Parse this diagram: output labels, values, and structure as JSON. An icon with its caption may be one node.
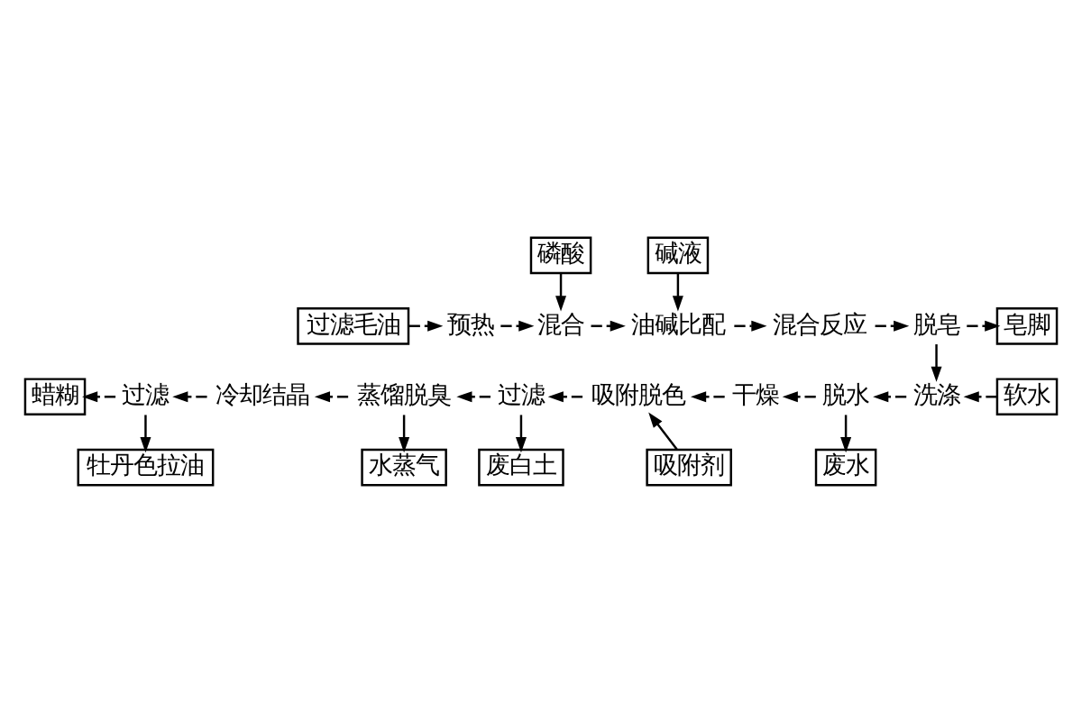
{
  "diagram": {
    "nodes": [
      {
        "text": [
          "磷酸"
        ]
      },
      {
        "text": [
          "碱液"
        ]
      },
      {
        "text": [
          "过滤毛油"
        ]
      },
      {
        "text": [
          "预热"
        ]
      },
      {
        "text": [
          "混合"
        ]
      },
      {
        "text": [
          "油碱比配"
        ]
      },
      {
        "text": [
          "混合反应"
        ]
      },
      {
        "text": [
          "脱皂"
        ]
      },
      {
        "text": [
          "皂脚"
        ]
      },
      {
        "text": [
          "蜡糊"
        ]
      },
      {
        "text": [
          "过滤"
        ]
      },
      {
        "text": [
          "冷却结晶"
        ]
      },
      {
        "text": [
          "蒸馏脱臭"
        ]
      },
      {
        "text": [
          "过滤"
        ]
      },
      {
        "text": [
          "吸附脱色"
        ]
      },
      {
        "text": [
          "干燥"
        ]
      },
      {
        "text": [
          "脱水"
        ]
      },
      {
        "text": [
          "洗涤"
        ]
      },
      {
        "text": [
          "软水"
        ]
      },
      {
        "text": [
          "牡丹色拉油"
        ]
      },
      {
        "text": [
          "水蒸气"
        ]
      },
      {
        "text": [
          "废白土"
        ]
      },
      {
        "text": [
          "吸附剂"
        ]
      },
      {
        "text": [
          "废水"
        ]
      }
    ],
    "edges": [
      {
        "from": 0,
        "to": 4,
        "arrow": "to"
      },
      {
        "from": 1,
        "to": 5,
        "arrow": "to"
      },
      {
        "from": 2,
        "to": 3,
        "arrow": "to",
        "style": "dashed"
      },
      {
        "from": 3,
        "to": 4,
        "arrow": "to",
        "style": "dashed"
      },
      {
        "from": 4,
        "to": 5,
        "arrow": "to",
        "style": "dashed"
      },
      {
        "from": 5,
        "to": 6,
        "arrow": "to",
        "style": "dashed"
      },
      {
        "from": 6,
        "to": 7,
        "arrow": "to",
        "style": "dashed"
      },
      {
        "from": 7,
        "to": 8,
        "arrow": "to",
        "style": "dashed"
      },
      {
        "from": 7,
        "to": 17,
        "arrow": "to"
      },
      {
        "from": 10,
        "to": 9,
        "arrow": "to",
        "style": "dashed"
      },
      {
        "from": 11,
        "to": 10,
        "arrow": "to",
        "style": "dashed"
      },
      {
        "from": 12,
        "to": 11,
        "arrow": "to",
        "style": "dashed"
      },
      {
        "from": 13,
        "to": 12,
        "arrow": "to",
        "style": "dashed"
      },
      {
        "from": 14,
        "to": 13,
        "arrow": "to",
        "style": "dashed"
      },
      {
        "from": 15,
        "to": 14,
        "arrow": "to",
        "style": "dashed"
      },
      {
        "from": 16,
        "to": 15,
        "arrow": "to",
        "style": "dashed"
      },
      {
        "from": 17,
        "to": 16,
        "arrow": "to",
        "style": "dashed"
      },
      {
        "from": 18,
        "to": 17,
        "arrow": "to",
        "style": "dashed"
      },
      {
        "from": 10,
        "to": 19,
        "arrow": "to"
      },
      {
        "from": 12,
        "to": 20,
        "arrow": "to"
      },
      {
        "from": 13,
        "to": 21,
        "arrow": "to"
      },
      {
        "from": 22,
        "to": 14,
        "arrow": "to"
      },
      {
        "from": 16,
        "to": 23,
        "arrow": "to"
      }
    ]
  }
}
